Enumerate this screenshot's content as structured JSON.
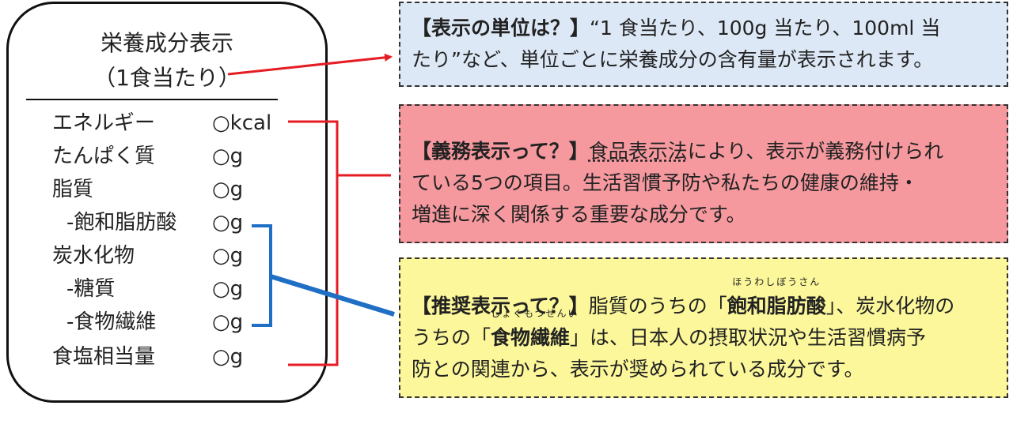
{
  "label": {
    "title": "栄養成分表示",
    "subtitle": "（1食当たり）",
    "rows": [
      {
        "name": "エネルギー",
        "unit": "○kcal"
      },
      {
        "name": "たんぱく質",
        "unit": "○g"
      },
      {
        "name": "脂質",
        "unit": "○g"
      },
      {
        "name": "-飽和脂肪酸",
        "unit": "○g"
      },
      {
        "name": "炭水化物",
        "unit": "○g"
      },
      {
        "name": "-糖質",
        "unit": "○g"
      },
      {
        "name": "-食物繊維",
        "unit": "○g"
      },
      {
        "name": "食塩相当量",
        "unit": "○g"
      }
    ]
  },
  "boxes": {
    "unit": {
      "heading": "【表示の単位は？】",
      "line1": "“1 食当たり、100g 当たり、100ml 当",
      "line2": "たり”など、単位ごとに栄養成分の含有量が表示されます。",
      "color": "#dde8f6"
    },
    "mandatory": {
      "heading": "【義務表示って？】",
      "law": "食品表示法",
      "line1_rest": "により、表示が義務付けられ",
      "line2": "ている5つの項目。生活習慣予防や私たちの健康の維持・",
      "line3": "増進に深く関係する重要な成分です。",
      "color": "#f5999f"
    },
    "recommended": {
      "heading": "【推奨表示って？】",
      "line1_a": "脂質のうちの「",
      "term1": "飽和脂肪酸",
      "term1_reading": "ほうわしぼうさん",
      "line1_b": "」、炭水化物の",
      "line2_a": "うちの「",
      "term2": "食物繊維",
      "term2_reading": "しょくもつせんい",
      "line2_b": "」は、日本人の摂取状況や生活習慣病予",
      "line3": "防との関連から、表示が奨められている成分です。",
      "color": "#fbf79a"
    }
  },
  "colors": {
    "arrow_red": "#e51c23",
    "bracket_blue": "#1f6fc5"
  }
}
